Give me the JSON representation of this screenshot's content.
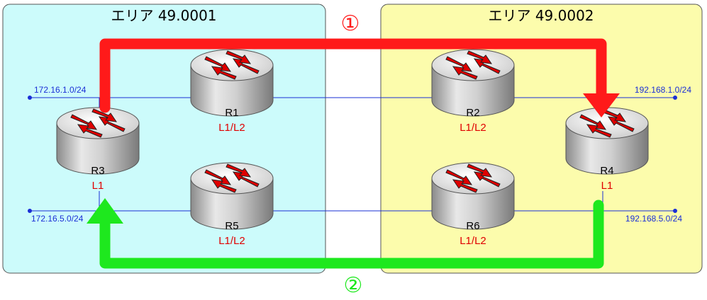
{
  "areas": [
    {
      "id": "area1",
      "label": "エリア 49.0001",
      "fill": "#ccfbfb"
    },
    {
      "id": "area2",
      "label": "エリア 49.0002",
      "fill": "#fcfcac"
    }
  ],
  "networks": {
    "net_172_16_1": "172.16.1.0/24",
    "net_172_16_5": "172.16.5.0/24",
    "net_192_168_1": "192.168.1.0/24",
    "net_192_168_5": "192.168.5.0/24"
  },
  "routers": {
    "r1": {
      "name": "R1",
      "level": "L1/L2"
    },
    "r2": {
      "name": "R2",
      "level": "L1/L2"
    },
    "r3": {
      "name": "R3",
      "level": "L1"
    },
    "r4": {
      "name": "R4",
      "level": "L1"
    },
    "r5": {
      "name": "R5",
      "level": "L1/L2"
    },
    "r6": {
      "name": "R6",
      "level": "L1/L2"
    }
  },
  "paths": {
    "path1": {
      "label": "①",
      "color": "#ff1a1a"
    },
    "path2": {
      "label": "②",
      "color": "#1ee81e"
    }
  },
  "colors": {
    "link": "#1a2fd6",
    "router_arrow": "#e00000",
    "area_border": "#555555"
  },
  "icons": {
    "router": "router-icon"
  }
}
